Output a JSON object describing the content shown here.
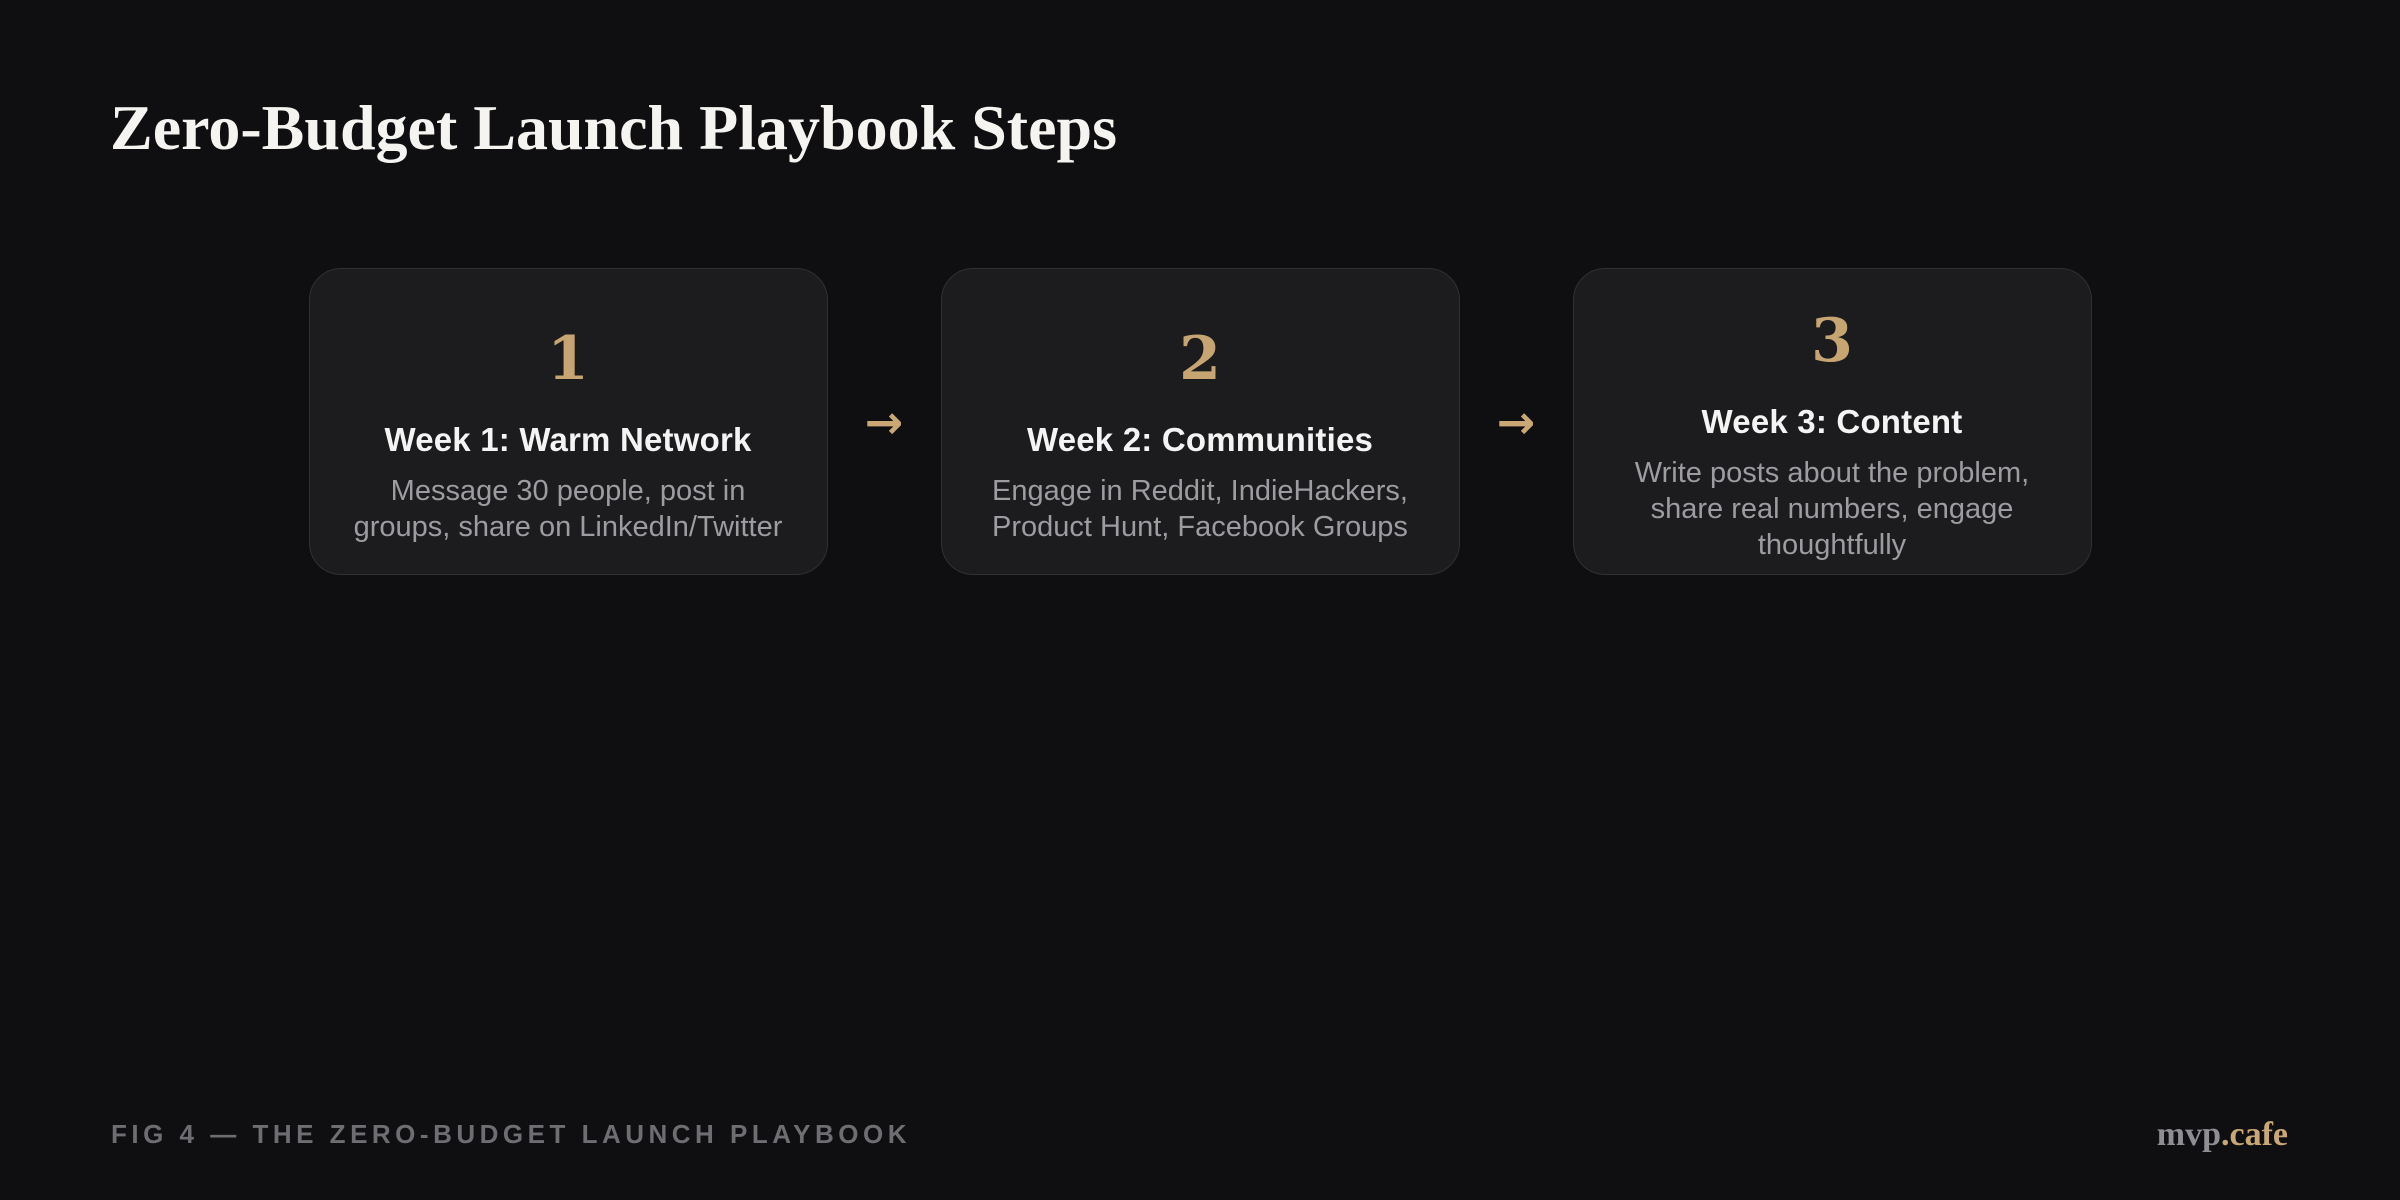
{
  "page": {
    "title": "Zero-Budget Launch Playbook Steps",
    "background_color": "#0f0f11",
    "accent_color": "#c9a876"
  },
  "flow": {
    "arrow_glyph": "→",
    "steps": [
      {
        "number": "1",
        "title": "Week 1: Warm Network",
        "description": "Message 30 people, post in groups, share on LinkedIn/Twitter"
      },
      {
        "number": "2",
        "title": "Week 2: Communities",
        "description": "Engage in Reddit, IndieHackers, Product Hunt, Facebook Groups"
      },
      {
        "number": "3",
        "title": "Week 3: Content",
        "description": "Write posts about the problem, share real numbers, engage thoughtfully"
      }
    ]
  },
  "footer": {
    "caption": "FIG 4 — THE ZERO-BUDGET LAUNCH PLAYBOOK",
    "brand_prefix": "mvp",
    "brand_suffix": ".cafe"
  },
  "colors": {
    "card_background": "#1c1c1e",
    "card_border": "#303034",
    "number_gold": "#c7a572",
    "title_white": "#f5f4f1",
    "body_gray": "#9c9ca1",
    "caption_gray": "#6d6d72",
    "brand_gray": "#8e8e93"
  }
}
